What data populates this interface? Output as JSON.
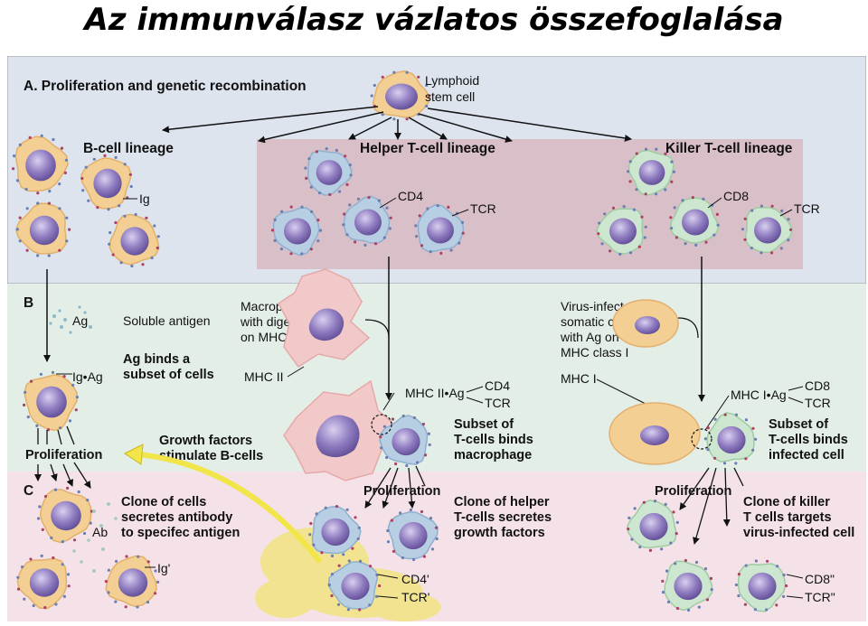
{
  "page_title": "Az immunválasz vázlatos összefoglalása",
  "figure": {
    "section_a_title": "A. Proliferation and genetic recombination",
    "section_b_letter": "B",
    "section_c_letter": "C",
    "stem_cell_label": [
      "Lymphoid",
      "stem cell"
    ],
    "b_lineage_title": "B-cell lineage",
    "helper_lineage_title": "Helper T-cell lineage",
    "killer_lineage_title": "Killer T-cell lineage",
    "ig": "Ig",
    "cd4": "CD4",
    "tcr": "TCR",
    "cd8": "CD8",
    "tcr2": "TCR",
    "ag": "Ag",
    "soluble_antigen": "Soluble antigen",
    "macrophage_label": [
      "Macrophage",
      "with digested Ag",
      "on MHC class II"
    ],
    "ag_binds": [
      "Ag binds a",
      "subset of cells"
    ],
    "mhc2": "MHC II",
    "ig_ag": "Ig•Ag",
    "mhc2_ag": "MHC II•Ag",
    "cd4_b": "CD4",
    "tcr_b": "TCR",
    "subset_helper": [
      "Subset of",
      "T-cells binds",
      "macrophage"
    ],
    "virus_label": [
      "Virus-infected",
      "somatic cell",
      "with Ag on",
      "MHC class I"
    ],
    "mhc1": "MHC I",
    "mhc1_ag": "MHC I•Ag",
    "cd8_b": "CD8",
    "tcr_c": "TCR",
    "subset_killer": [
      "Subset of",
      "T-cells binds",
      "infected cell"
    ],
    "proliferation_b": "Proliferation",
    "growth_factors": [
      "Growth factors",
      "stimulate B-cells"
    ],
    "proliferation_helper": "Proliferation",
    "proliferation_killer": "Proliferation",
    "clone_b": [
      "Clone of cells",
      "secretes antibody",
      "to specifec antigen"
    ],
    "ab": "Ab",
    "ig_prime": "Ig'",
    "clone_helper": [
      "Clone of helper",
      "T-cells secretes",
      "growth factors"
    ],
    "cd4_prime": "CD4'",
    "tcr_prime": "TCR'",
    "clone_killer": [
      "Clone of killer",
      "T cells targets",
      "virus-infected cell"
    ],
    "cd8_dprime": "CD8\"",
    "tcr_dprime": "TCR\""
  },
  "colors": {
    "band_a": "#dde4ee",
    "band_b": "#e3eee6",
    "band_c": "#f4e2e8",
    "helper_box": "#d8b8c0",
    "b_cell": "#f3cf94",
    "helper_cell": "#b8cfe3",
    "killer_cell": "#cde6cf",
    "nucleus": "#8f7cc0",
    "macrophage": "#f2c9c9",
    "growth_factor_arrow": "#f1e54a"
  }
}
